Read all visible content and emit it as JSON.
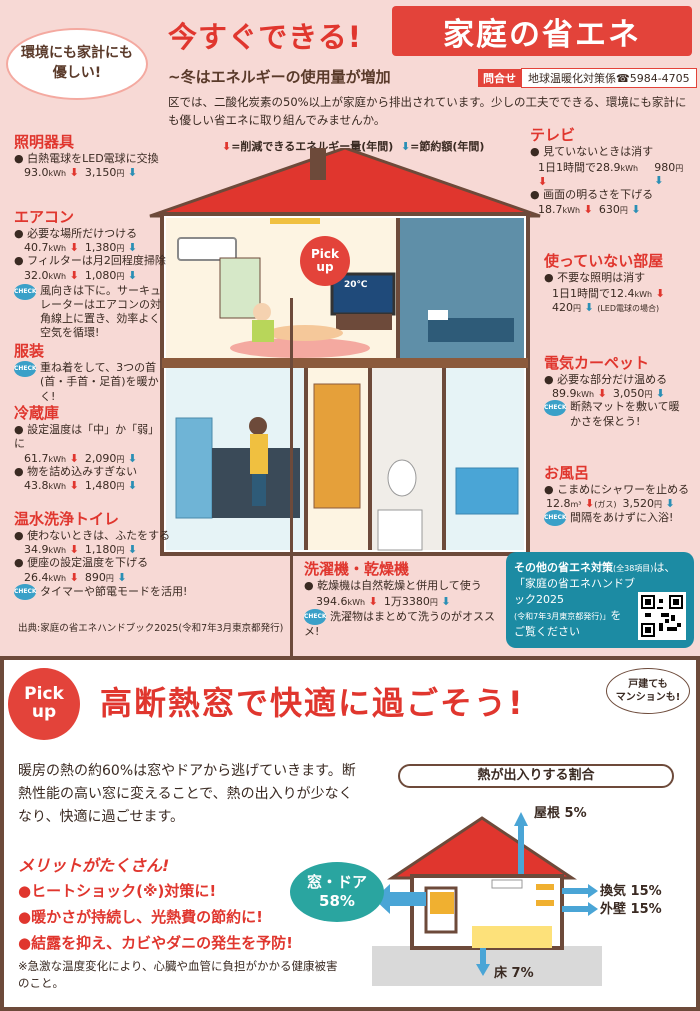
{
  "header": {
    "badge_line1": "環境にも家計にも",
    "badge_line2": "優しい!",
    "title_lead": "今すぐできる!",
    "title_main": "家庭の省エネ",
    "subtitle": "~冬はエネルギーの使用量が増加",
    "contact_tag": "問合せ",
    "contact_value": "地球温暖化対策係☎5984-4705",
    "intro": "区では、二酸化炭素の50%以上が家庭から排出されています。少しの工夫でできる、環境にも家計にも優しい省エネに取り組んでみませんか。",
    "legend_red": "=削減できるエネルギー量(年間)",
    "legend_blue": "=節約額(年間)"
  },
  "lighting": {
    "title": "照明器具",
    "item": "白熱電球をLED電球に交換",
    "kwh": "93.0",
    "yen": "3,150"
  },
  "aircon": {
    "title": "エアコン",
    "item1": "必要な場所だけつける",
    "kwh1": "40.7",
    "yen1": "1,380",
    "item2": "フィルターは月2回程度掃除",
    "kwh2": "32.0",
    "yen2": "1,080",
    "tip": "風向きは下に。サーキュレーターはエアコンの対角線上に置き、効率よく空気を循環!"
  },
  "clothes": {
    "title": "服装",
    "tip": "重ね着をして、3つの首(首・手首・足首)を暖かく!"
  },
  "fridge": {
    "title": "冷蔵庫",
    "item1": "設定温度は「中」か「弱」に",
    "kwh1": "61.7",
    "yen1": "2,090",
    "item2": "物を詰め込みすぎない",
    "kwh2": "43.8",
    "yen2": "1,480"
  },
  "toilet": {
    "title": "温水洗浄トイレ",
    "item1": "使わないときは、ふたをする",
    "kwh1": "34.9",
    "yen1": "1,180",
    "item2": "便座の設定温度を下げる",
    "kwh2": "26.4",
    "yen2": "890",
    "tip": "タイマーや節電モードを活用!"
  },
  "source": "出典:家庭の省エネハンドブック2025(令和7年3月東京都発行)",
  "tv": {
    "title": "テレビ",
    "item1": "見ていないときは消す",
    "val1_text": "1日1時間で28.9",
    "val1_unit": "kWh",
    "yen1": "980",
    "item2": "画面の明るさを下げる",
    "kwh2": "18.7",
    "yen2": "630"
  },
  "unused_room": {
    "title": "使っていない部屋",
    "item": "不要な照明は消す",
    "val_text": "1日1時間で12.4",
    "val_unit": "kWh",
    "yen": "420",
    "yen_note": "(LED電球の場合)"
  },
  "carpet": {
    "title": "電気カーペット",
    "item": "必要な部分だけ温める",
    "kwh": "89.9",
    "yen": "3,050",
    "tip": "断熱マットを敷いて暖かさを保とう!"
  },
  "bath": {
    "title": "お風呂",
    "item": "こまめにシャワーを止める",
    "m3": "12.8",
    "unit": "m³",
    "gas": "(ガス)",
    "yen": "3,520",
    "tip": "間隔をあけずに入浴!"
  },
  "laundry": {
    "title": "洗濯機・乾燥機",
    "item": "乾燥機は自然乾燥と併用して使う",
    "kwh": "394.6",
    "yen": "1万3380",
    "tip": "洗濯物はまとめて洗うのがオススメ!"
  },
  "units": {
    "kwh": "kWh",
    "yen": "円"
  },
  "pickup_label1": "Pick",
  "pickup_label2": "up",
  "tv_screen_text": "20℃",
  "bluebox": {
    "line1": "その他の省エネ対策",
    "count": "(全38項目)",
    "line1b": "は、",
    "line2": "「家庭の省エネハンドブック2025",
    "line3": "(令和7年3月東京都発行)」",
    "line3b": "を",
    "line4": "ご覧ください"
  },
  "bottom": {
    "pickup1": "Pick",
    "pickup2": "up",
    "title": "高断熱窓で快適に過ごそう!",
    "bubble1": "戸建ても",
    "bubble2": "マンションも!",
    "body": "暖房の熱の約60%は窓やドアから逃げていきます。断熱性能の高い窓に変えることで、熱の出入りが少なくなり、快適に過ごせます。",
    "merit_title": "メリットがたくさん!",
    "merits": [
      "●ヒートショック(※)対策に!",
      "●暖かさが持続し、光熱費の節約に!",
      "●結露を抑え、カビやダニの発生を予防!"
    ],
    "note": "※急激な温度変化により、心臓や血管に負担がかかる健康被害のこと。",
    "ratio_title": "熱が出入りする割合",
    "roof": "屋根 5%",
    "window1": "窓・ドア",
    "window2": "58%",
    "vent": "換気 15%",
    "wall": "外壁 15%",
    "floor": "床 7%"
  }
}
